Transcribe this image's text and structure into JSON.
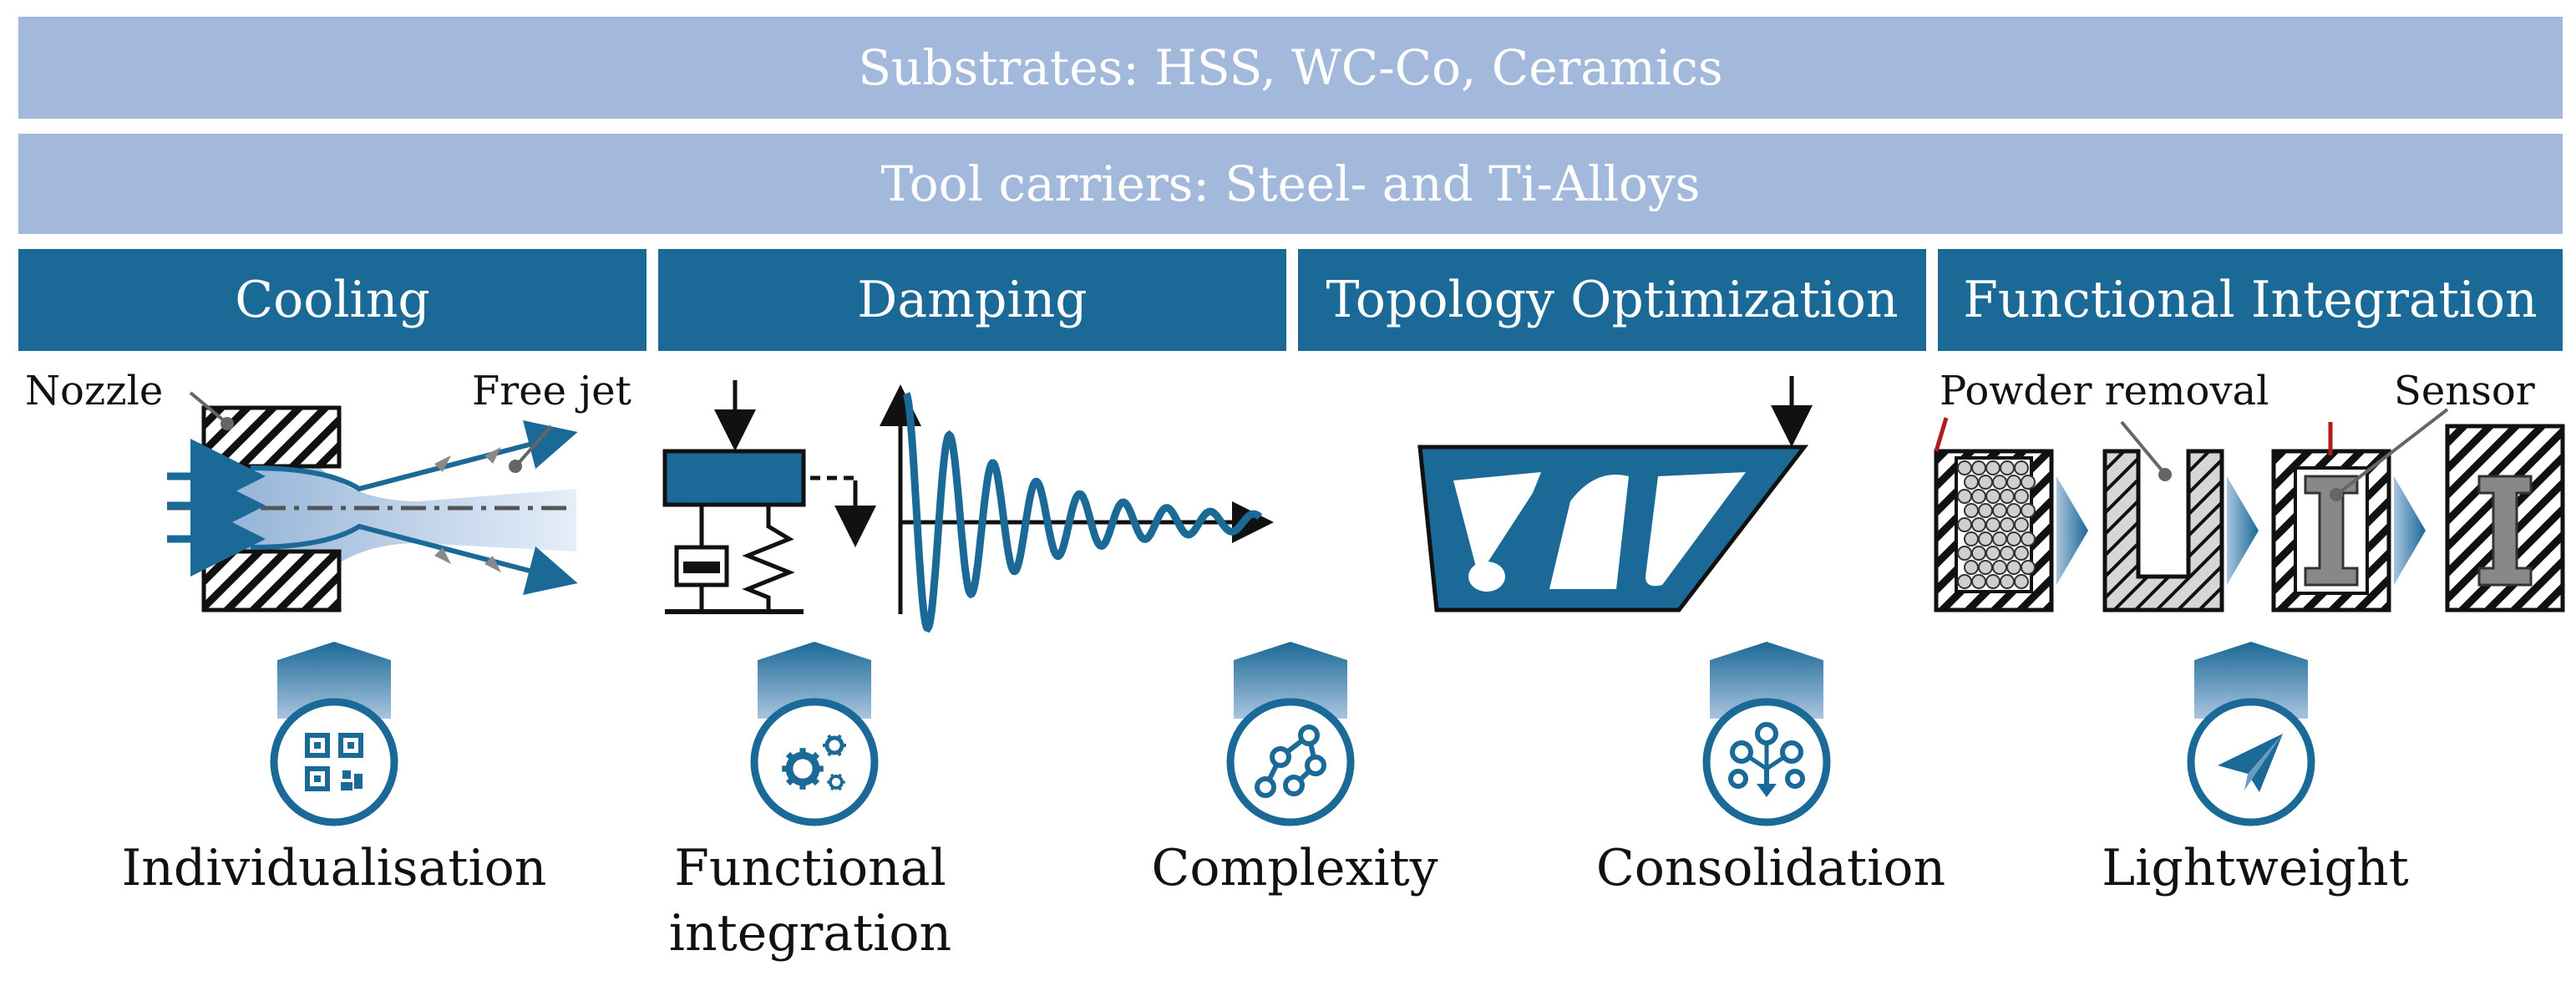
{
  "bands": {
    "substrates": "Substrates: HSS, WC-Co, Ceramics",
    "carriers": "Tool carriers: Steel- and Ti-Alloys"
  },
  "headers": [
    "Cooling",
    "Damping",
    "Topology Optimization",
    "Functional Integration"
  ],
  "annotations": {
    "nozzle": "Nozzle",
    "free_jet": "Free jet",
    "powder_removal": "Powder removal",
    "sensor": "Sensor"
  },
  "benefits": [
    {
      "label": "Individualisation",
      "icon": "qr-code-icon"
    },
    {
      "label": "Functional",
      "label2": "integration",
      "icon": "gears-icon"
    },
    {
      "label": "Complexity",
      "icon": "node-network-icon"
    },
    {
      "label": "Consolidation",
      "icon": "merge-tree-icon"
    },
    {
      "label": "Lightweight",
      "icon": "paper-plane-icon"
    }
  ],
  "colors": {
    "band": "#a2b9db",
    "header": "#1a6996",
    "icon": "#1a6996"
  }
}
